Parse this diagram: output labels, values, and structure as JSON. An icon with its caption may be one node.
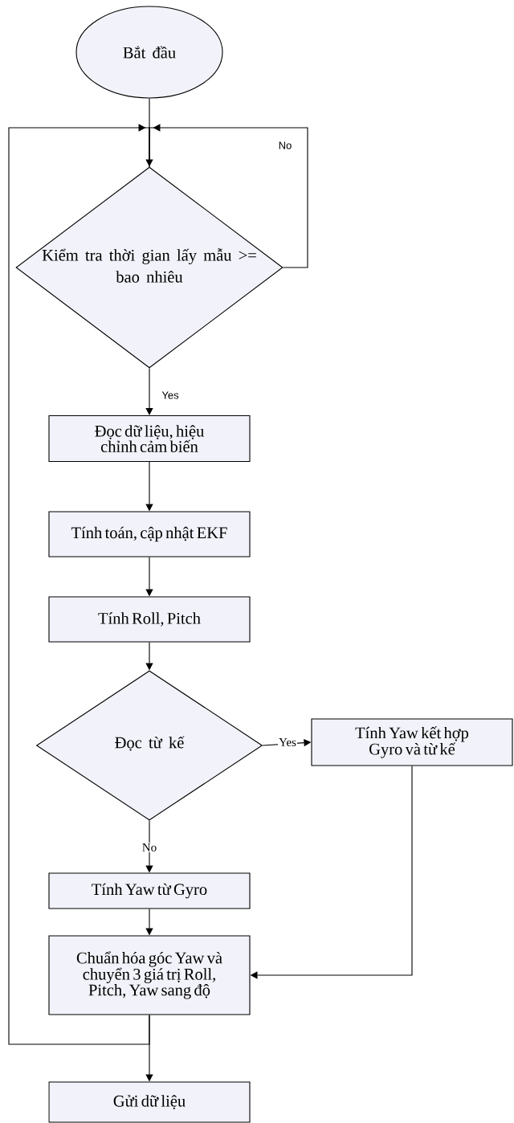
{
  "diagram": {
    "nodes": [
      {
        "text": [
          "Bắt đầu"
        ]
      },
      {
        "text": [
          "Kiểm tra thời gian lấy mẫu >= bao nhiêu"
        ]
      },
      {
        "text": [
          "Đọc dữ liệu, hiệu chỉnh cảm biến"
        ]
      },
      {
        "text": [
          "Tính toán, cập nhật EKF"
        ]
      },
      {
        "text": [
          "Tính Roll, Pitch"
        ]
      },
      {
        "text": [
          "Đọc từ kế"
        ]
      },
      {
        "text": [
          "Tính Yaw kết hợp Gyro và từ kế"
        ]
      },
      {
        "text": [
          "Tính Yaw  từ Gyro"
        ]
      },
      {
        "text": [
          "Chuẩn hóa góc Yaw và chuyển 3 giá trị Roll, Pitch, Yaw sang độ"
        ]
      },
      {
        "text": [
          "Gửi dữ liệu"
        ]
      }
    ],
    "edges": [
      {
        "from": 0,
        "to": 1,
        "arrow": "to"
      },
      {
        "from": 1,
        "to": 1,
        "arrow": "to",
        "label": "No"
      },
      {
        "from": 1,
        "to": 2,
        "arrow": "to",
        "label": "Yes"
      },
      {
        "from": 2,
        "to": 3,
        "arrow": "to"
      },
      {
        "from": 3,
        "to": 4,
        "arrow": "to"
      },
      {
        "from": 4,
        "to": 5,
        "arrow": "to"
      },
      {
        "from": 5,
        "to": 6,
        "arrow": "to",
        "label": "Yes"
      },
      {
        "from": 5,
        "to": 7,
        "arrow": "to",
        "label": "No"
      },
      {
        "from": 7,
        "to": 8,
        "arrow": "to"
      },
      {
        "from": 6,
        "to": 8,
        "arrow": "to"
      },
      {
        "from": 8,
        "to": 1,
        "arrow": "to"
      },
      {
        "from": 8,
        "to": 9,
        "arrow": "to"
      }
    ]
  }
}
